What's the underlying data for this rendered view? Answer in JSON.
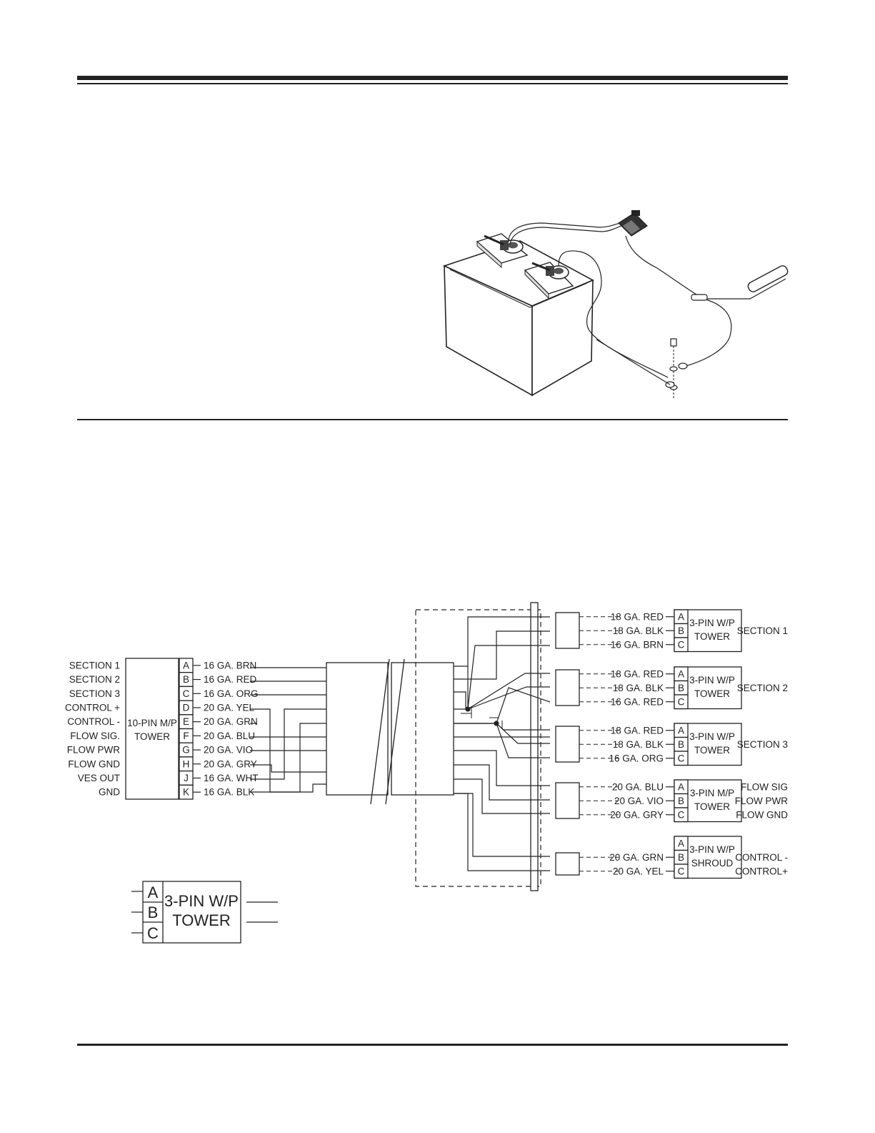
{
  "colors": {
    "ink": "#222222",
    "paper": "#ffffff"
  },
  "main_connector": {
    "name_line1": "10-PIN M/P",
    "name_line2": "TOWER",
    "pins": [
      {
        "signal": "SECTION 1",
        "pin": "A",
        "wire": "16 GA. BRN"
      },
      {
        "signal": "SECTION 2",
        "pin": "B",
        "wire": "16 GA. RED"
      },
      {
        "signal": "SECTION 3",
        "pin": "C",
        "wire": "16 GA. ORG"
      },
      {
        "signal": "CONTROL +",
        "pin": "D",
        "wire": "20 GA. YEL"
      },
      {
        "signal": "CONTROL -",
        "pin": "E",
        "wire": "20 GA. GRN"
      },
      {
        "signal": "FLOW SIG.",
        "pin": "F",
        "wire": "20 GA. BLU"
      },
      {
        "signal": "FLOW PWR",
        "pin": "G",
        "wire": "20 GA. VIO"
      },
      {
        "signal": "FLOW GND",
        "pin": "H",
        "wire": "20 GA. GRY"
      },
      {
        "signal": "VES OUT",
        "pin": "J",
        "wire": "16 GA. WHT"
      },
      {
        "signal": "GND",
        "pin": "K",
        "wire": "16 GA. BLK"
      }
    ]
  },
  "outputs": [
    {
      "name_line1": "3-PIN W/P",
      "name_line2": "TOWER",
      "pins": [
        {
          "pin": "A",
          "wire": "18 GA. RED"
        },
        {
          "pin": "B",
          "wire": "18 GA. BLK"
        },
        {
          "pin": "C",
          "wire": "16 GA. BRN"
        }
      ],
      "labels": [
        "SECTION 1"
      ]
    },
    {
      "name_line1": "3-PIN W/P",
      "name_line2": "TOWER",
      "pins": [
        {
          "pin": "A",
          "wire": "18 GA. RED"
        },
        {
          "pin": "B",
          "wire": "18 GA. BLK"
        },
        {
          "pin": "C",
          "wire": "16 GA. RED"
        }
      ],
      "labels": [
        "SECTION 2"
      ]
    },
    {
      "name_line1": "3-PIN W/P",
      "name_line2": "TOWER",
      "pins": [
        {
          "pin": "A",
          "wire": "18 GA. RED"
        },
        {
          "pin": "B",
          "wire": "18 GA. BLK"
        },
        {
          "pin": "C",
          "wire": "16 GA. ORG"
        }
      ],
      "labels": [
        "SECTION 3"
      ]
    },
    {
      "name_line1": "3-PIN M/P",
      "name_line2": "TOWER",
      "pins": [
        {
          "pin": "A",
          "wire": "20 GA. BLU"
        },
        {
          "pin": "B",
          "wire": "20 GA. VIO"
        },
        {
          "pin": "C",
          "wire": "20 GA. GRY"
        }
      ],
      "labels": [
        "FLOW SIG",
        "FLOW PWR",
        "FLOW GND"
      ]
    },
    {
      "name_line1": "3-PIN  W/P",
      "name_line2": "SHROUD",
      "pins": [
        {
          "pin": "A",
          "wire": ""
        },
        {
          "pin": "B",
          "wire": "20 GA. GRN"
        },
        {
          "pin": "C",
          "wire": "20 GA. YEL"
        }
      ],
      "labels": [
        "",
        "CONTROL -",
        "CONTROL+"
      ]
    }
  ],
  "legend_connector": {
    "name_line1": "3-PIN W/P",
    "name_line2": "TOWER",
    "pins": [
      "A",
      "B",
      "C"
    ]
  }
}
